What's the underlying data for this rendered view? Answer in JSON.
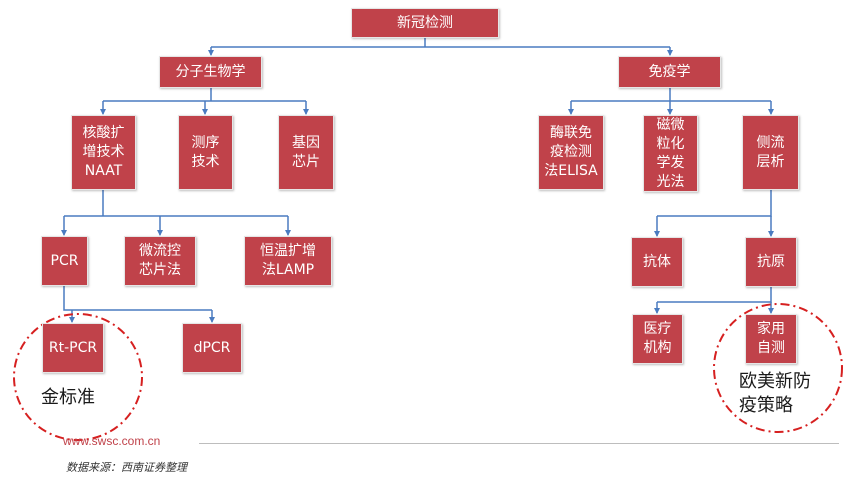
{
  "diagram": {
    "root": "新冠检测",
    "branches": {
      "molecular": "分子生物学",
      "immune": "免疫学"
    },
    "molecular_children": {
      "naat": [
        "核酸扩",
        "增技术",
        "NAAT"
      ],
      "sequencing": [
        "测序",
        "技术"
      ],
      "gene_chip": [
        "基因",
        "芯片"
      ]
    },
    "naat_children": {
      "pcr": "PCR",
      "microfluidic": [
        "微流控",
        "芯片法"
      ],
      "lamp": [
        "恒温扩增",
        "法LAMP"
      ]
    },
    "pcr_children": {
      "rt_pcr": "Rt-PCR",
      "dpcr": "dPCR"
    },
    "immune_children": {
      "elisa": [
        "酶联免",
        "疫检测",
        "法ELISA"
      ],
      "magnetic": [
        "磁微",
        "粒化",
        "学发",
        "光法"
      ],
      "lateral_flow": [
        "侧流",
        "层析"
      ]
    },
    "lateral_flow_children": {
      "antibody": "抗体",
      "antigen": "抗原"
    },
    "antigen_children": {
      "medical": [
        "医疗",
        "机构"
      ],
      "home": [
        "家用",
        "自测"
      ]
    },
    "highlights": {
      "gold_standard": "金标准",
      "western_strategy": [
        "欧美新防",
        "疫策略"
      ]
    }
  },
  "footer": {
    "url": "www.swsc.com.cn",
    "source": "数据来源：西南证券整理"
  },
  "colors": {
    "node_fill": "#c0424a",
    "connector": "#4a7bc0",
    "highlight_circle": "#d62020"
  }
}
